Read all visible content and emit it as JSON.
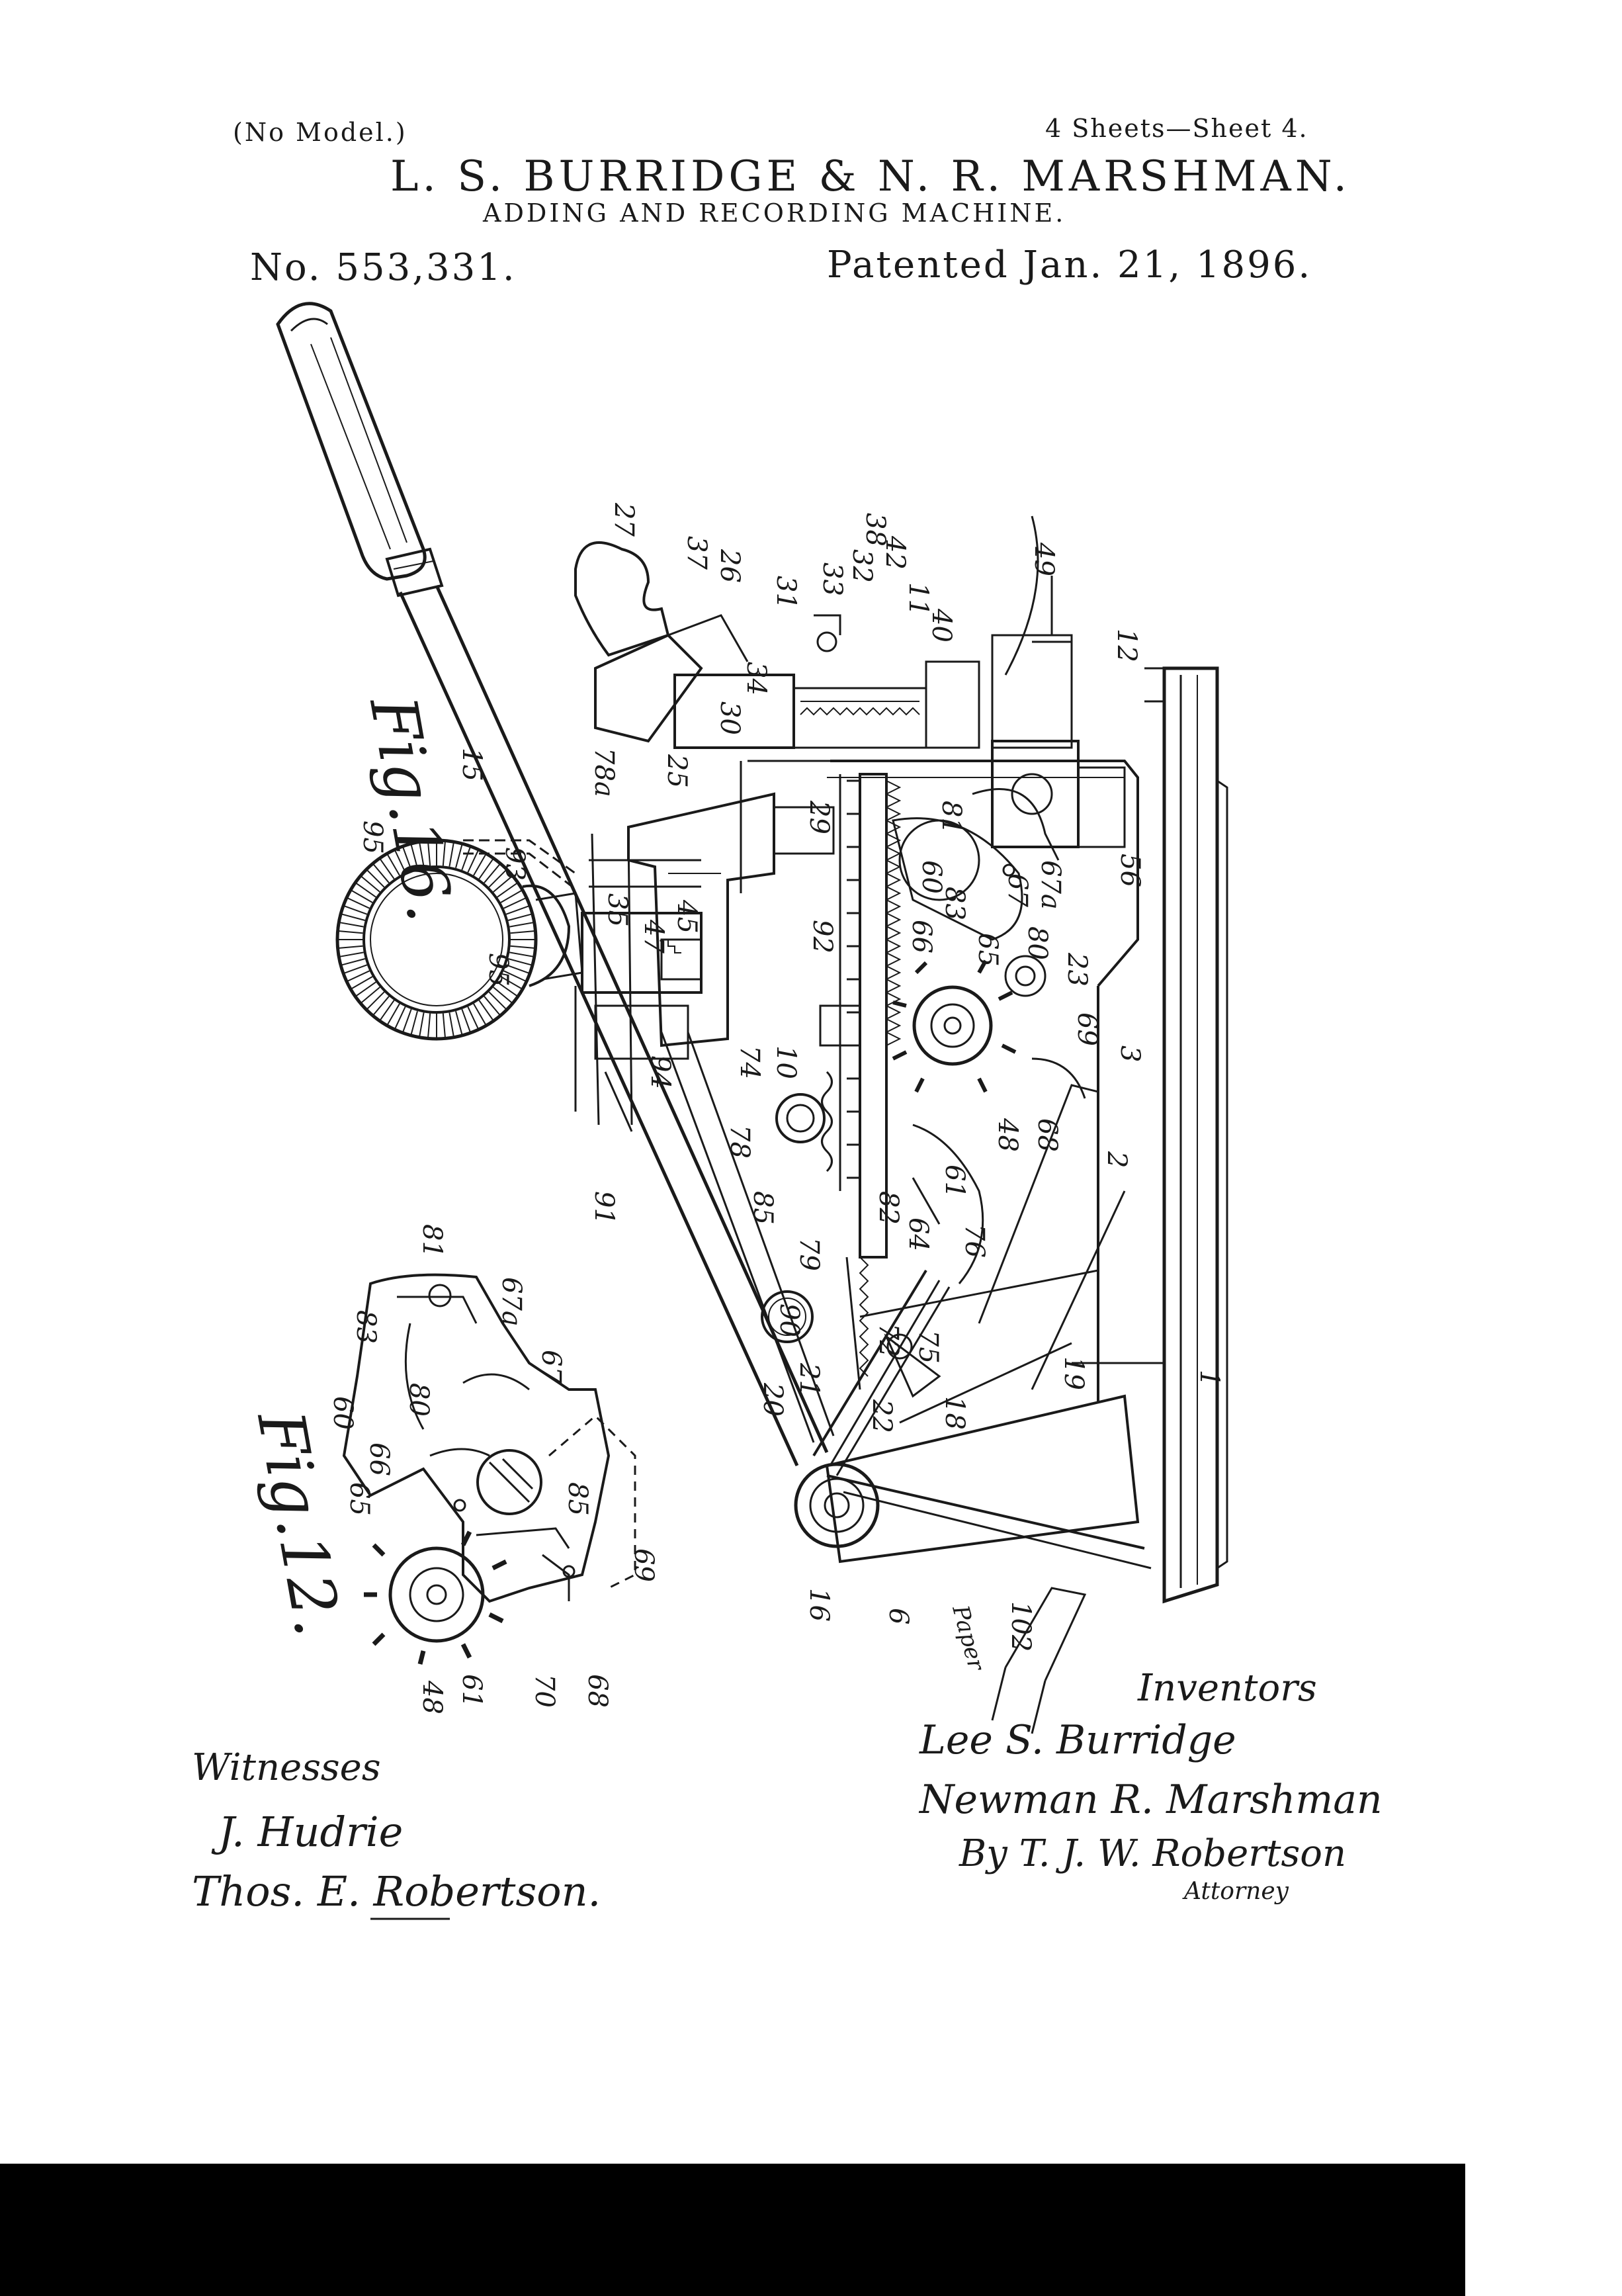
{
  "header": {
    "no_model": "(No Model.)",
    "sheets": "4 Sheets—Sheet 4.",
    "inventors": "L. S. BURRIDGE & N. R. MARSHMAN.",
    "title": "ADDING AND RECORDING MACHINE.",
    "patent_number": "No. 553,331.",
    "patent_date": "Patented Jan. 21, 1896."
  },
  "figures": {
    "fig16": "Fig.16.",
    "fig12": "Fig.12."
  },
  "labels": {
    "l27": "27",
    "l37": "37",
    "l26": "26",
    "l31": "31",
    "l33": "33",
    "l32": "32",
    "l38": "38",
    "l42": "42",
    "l11": "11",
    "l40": "40",
    "l49": "49",
    "l12": "12",
    "l34": "34",
    "l30": "30",
    "l25": "25",
    "l78a": "78a",
    "l29": "29",
    "l15": "15",
    "l93": "93",
    "l95a": "95",
    "l95b": "95",
    "l35": "35",
    "l47": "47",
    "l45": "45",
    "l92": "92",
    "l60": "60",
    "l81": "81",
    "l67": "67",
    "l67a": "67a",
    "l56": "56",
    "l83": "83",
    "l65": "65",
    "l66": "66",
    "l80": "80",
    "l23": "23",
    "l69": "69",
    "l3": "3",
    "l94": "94",
    "l74": "74",
    "l10": "10",
    "l78": "78",
    "l48": "48",
    "l68": "68",
    "l2": "2",
    "l91": "91",
    "l85": "85",
    "l79": "79",
    "l82": "82",
    "l64": "64",
    "l61": "61",
    "l76": "76",
    "l90": "90",
    "l72": "72",
    "l75": "75",
    "l21": "21",
    "l20": "20",
    "l22": "22",
    "l18": "18",
    "l19": "19",
    "l1": "1",
    "l16": "16",
    "l6": "6",
    "l102": "102",
    "paper": "Paper",
    "f12_81": "81",
    "f12_83": "83",
    "f12_67a": "67a",
    "f12_67": "67",
    "f12_60": "60",
    "f12_66": "66",
    "f12_65": "65",
    "f12_80": "80",
    "f12_85": "85",
    "f12_69": "69",
    "f12_48": "48",
    "f12_61": "61",
    "f12_70": "70",
    "f12_68": "68"
  },
  "signatures": {
    "witnesses": "Witnesses",
    "witness1": "J. Hudrie",
    "witness2": "Thos. E. Robertson.",
    "inventors_label": "Inventors",
    "inventor1": "Lee S. Burridge",
    "inventor2": "Newman R. Marshman",
    "by": "By T. J. W. Robertson",
    "attorney": "Attorney"
  }
}
